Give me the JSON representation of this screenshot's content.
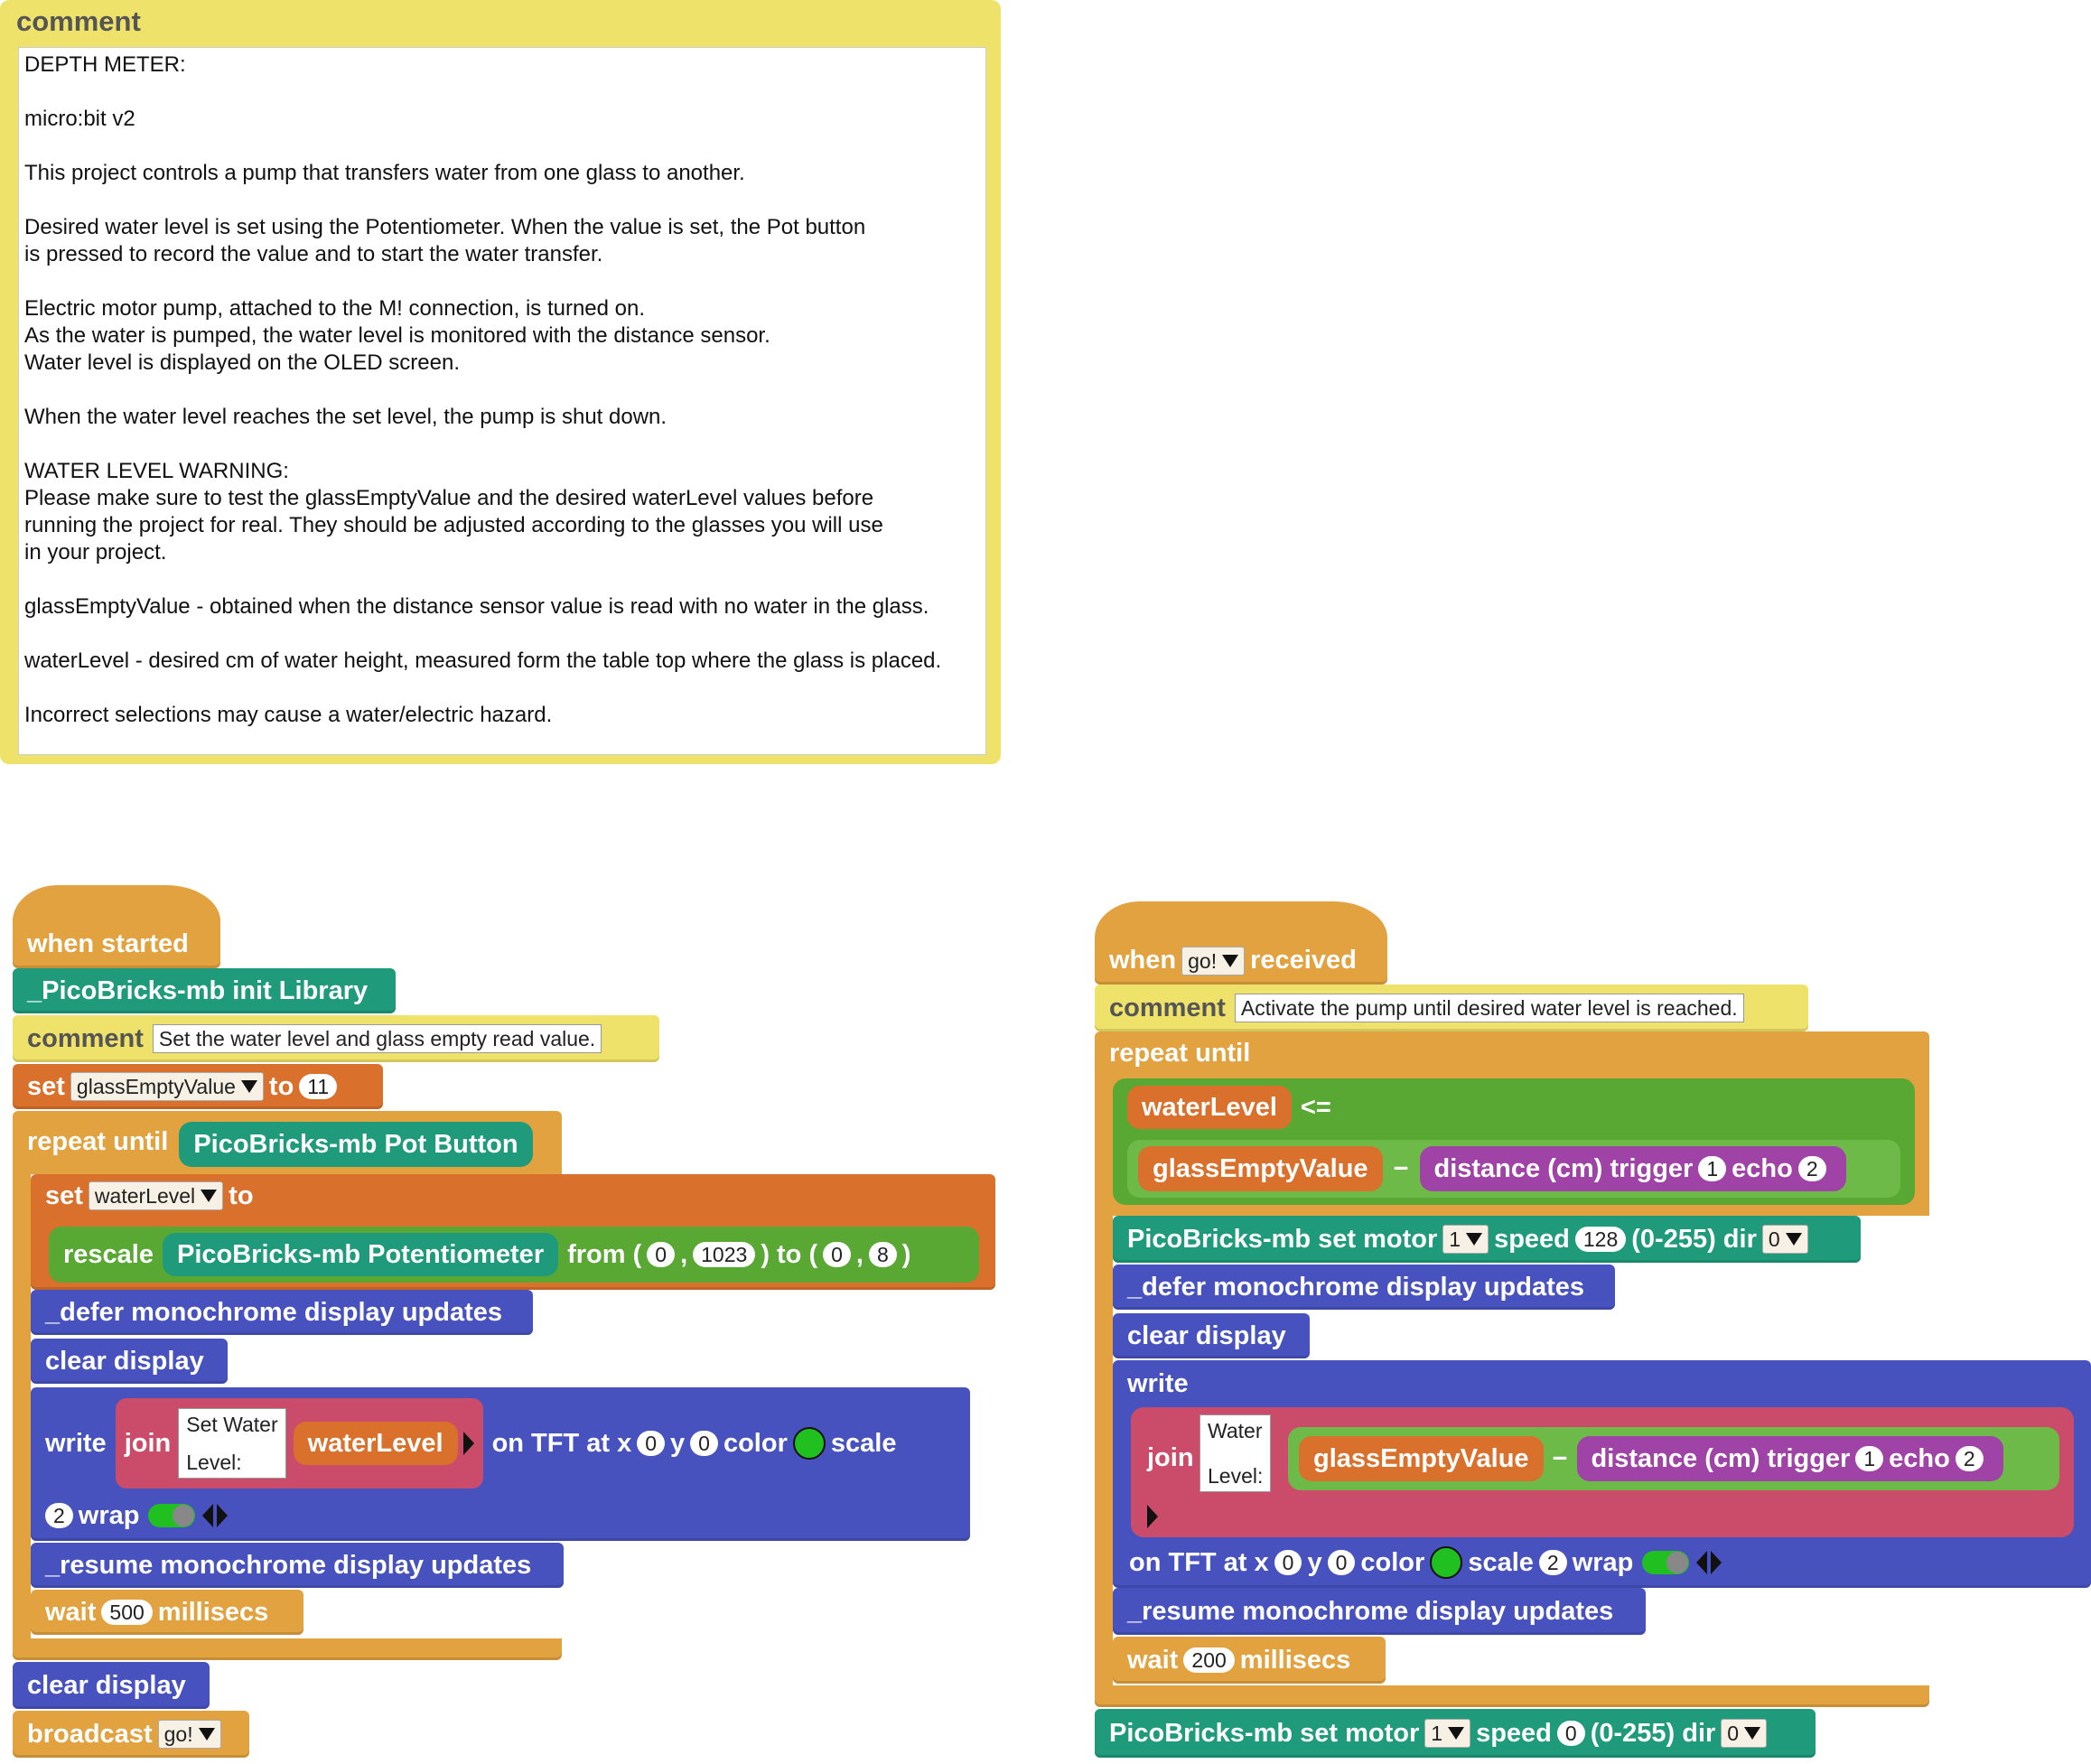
{
  "comment_block": {
    "title": "comment",
    "lines": [
      "DEPTH METER:",
      "",
      "micro:bit v2",
      "",
      "This project controls a pump that transfers water from one glass to another.",
      "",
      "Desired water level is set using the Potentiometer. When the value is set, the Pot button",
      "is pressed to record the value and to start the water transfer.",
      "",
      "Electric motor pump, attached to the M! connection, is turned on.",
      "As the water is pumped, the water level is monitored with the distance sensor.",
      "Water level is displayed on the OLED screen.",
      "",
      "When the water level reaches the set level, the pump is shut down.",
      "",
      "WATER LEVEL WARNING:",
      "Please make sure to test the glassEmptyValue and the desired waterLevel values before",
      "running the project for real. They should be adjusted according to the glasses you will use",
      "in your project.",
      "",
      "glassEmptyValue - obtained when the distance sensor value is read with no water in the glass.",
      "",
      "waterLevel - desired cm of water height, measured form the table top where the glass is placed.",
      "",
      "Incorrect selections may cause a water/electric hazard."
    ]
  },
  "left_script": {
    "hat": "when started",
    "init": "_PicoBricks-mb init Library",
    "comment_label": "comment",
    "comment_text": "Set the water level and glass empty read value.",
    "set_label": "set",
    "set_var": "glassEmptyValue",
    "to_label": "to",
    "set_value": "11",
    "repeat_label": "repeat until",
    "pot_button": "PicoBricks-mb Pot Button",
    "set2_label": "set",
    "set2_var": "waterLevel",
    "to2_label": "to",
    "rescale_label": "rescale",
    "potentiometer": "PicoBricks-mb Potentiometer",
    "from_label": "from (",
    "from_min": "0",
    "comma1": ",",
    "from_max": "1023",
    "to_paren": ") to (",
    "to_min": "0",
    "comma2": ",",
    "to_max": "8",
    "close_paren": ")",
    "defer": "_defer monochrome display updates",
    "clear1": "clear display",
    "write_label": "write",
    "join_label": "join",
    "join_text_1": "Set Water",
    "join_text_2": "Level:",
    "join_var": "waterLevel",
    "on_tft": "on TFT at x",
    "x_val": "0",
    "y_label": "y",
    "y_val": "0",
    "color_label": "color",
    "scale_label": "scale",
    "scale_val": "2",
    "wrap_label": "wrap",
    "resume": "_resume monochrome display updates",
    "wait_label": "wait",
    "wait_val": "500",
    "millisecs": "millisecs",
    "clear2": "clear display",
    "broadcast_label": "broadcast",
    "broadcast_msg": "go!"
  },
  "right_script": {
    "when_label": "when",
    "msg": "go!",
    "received_label": "received",
    "comment_label": "comment",
    "comment_text": "Activate the pump until desired water level is reached.",
    "repeat_label": "repeat until",
    "water_level": "waterLevel",
    "le_op": "<=",
    "glass_empty": "glassEmptyValue",
    "minus": "−",
    "distance": "distance (cm) trigger",
    "trigger_val": "1",
    "echo_label": "echo",
    "echo_val": "2",
    "motor_label": "PicoBricks-mb set motor",
    "motor_num": "1",
    "speed_label": "speed",
    "speed_val": "128",
    "range_label": "(0-255) dir",
    "dir_val": "0",
    "defer": "_defer monochrome display updates",
    "clear": "clear display",
    "write_label": "write",
    "join_label": "join",
    "join_text_1": "Water",
    "join_text_2": "Level:",
    "glass_empty2": "glassEmptyValue",
    "minus2": "−",
    "distance2": "distance (cm) trigger",
    "trigger_val2": "1",
    "echo_label2": "echo",
    "echo_val2": "2",
    "on_tft": "on TFT at x",
    "x_val": "0",
    "y_label": "y",
    "y_val": "0",
    "color_label": "color",
    "scale_label": "scale",
    "scale_val": "2",
    "wrap_label": "wrap",
    "resume": "_resume monochrome display updates",
    "wait_label": "wait",
    "wait_val": "200",
    "millisecs": "millisecs",
    "motor2_label": "PicoBricks-mb set motor",
    "motor2_num": "1",
    "speed2_label": "speed",
    "speed2_val": "0",
    "range2_label": "(0-255) dir",
    "dir2_val": "0"
  },
  "colors": {
    "control": "#E1A23F",
    "comment": "#EFE26A",
    "picobricks": "#1F9B7C",
    "display": "#4752BF",
    "variables": "#D9702B",
    "operators": "#58A833",
    "sensor": "#A043A6",
    "strings": "#CA4B6A",
    "color_swatch": "#21C021"
  }
}
